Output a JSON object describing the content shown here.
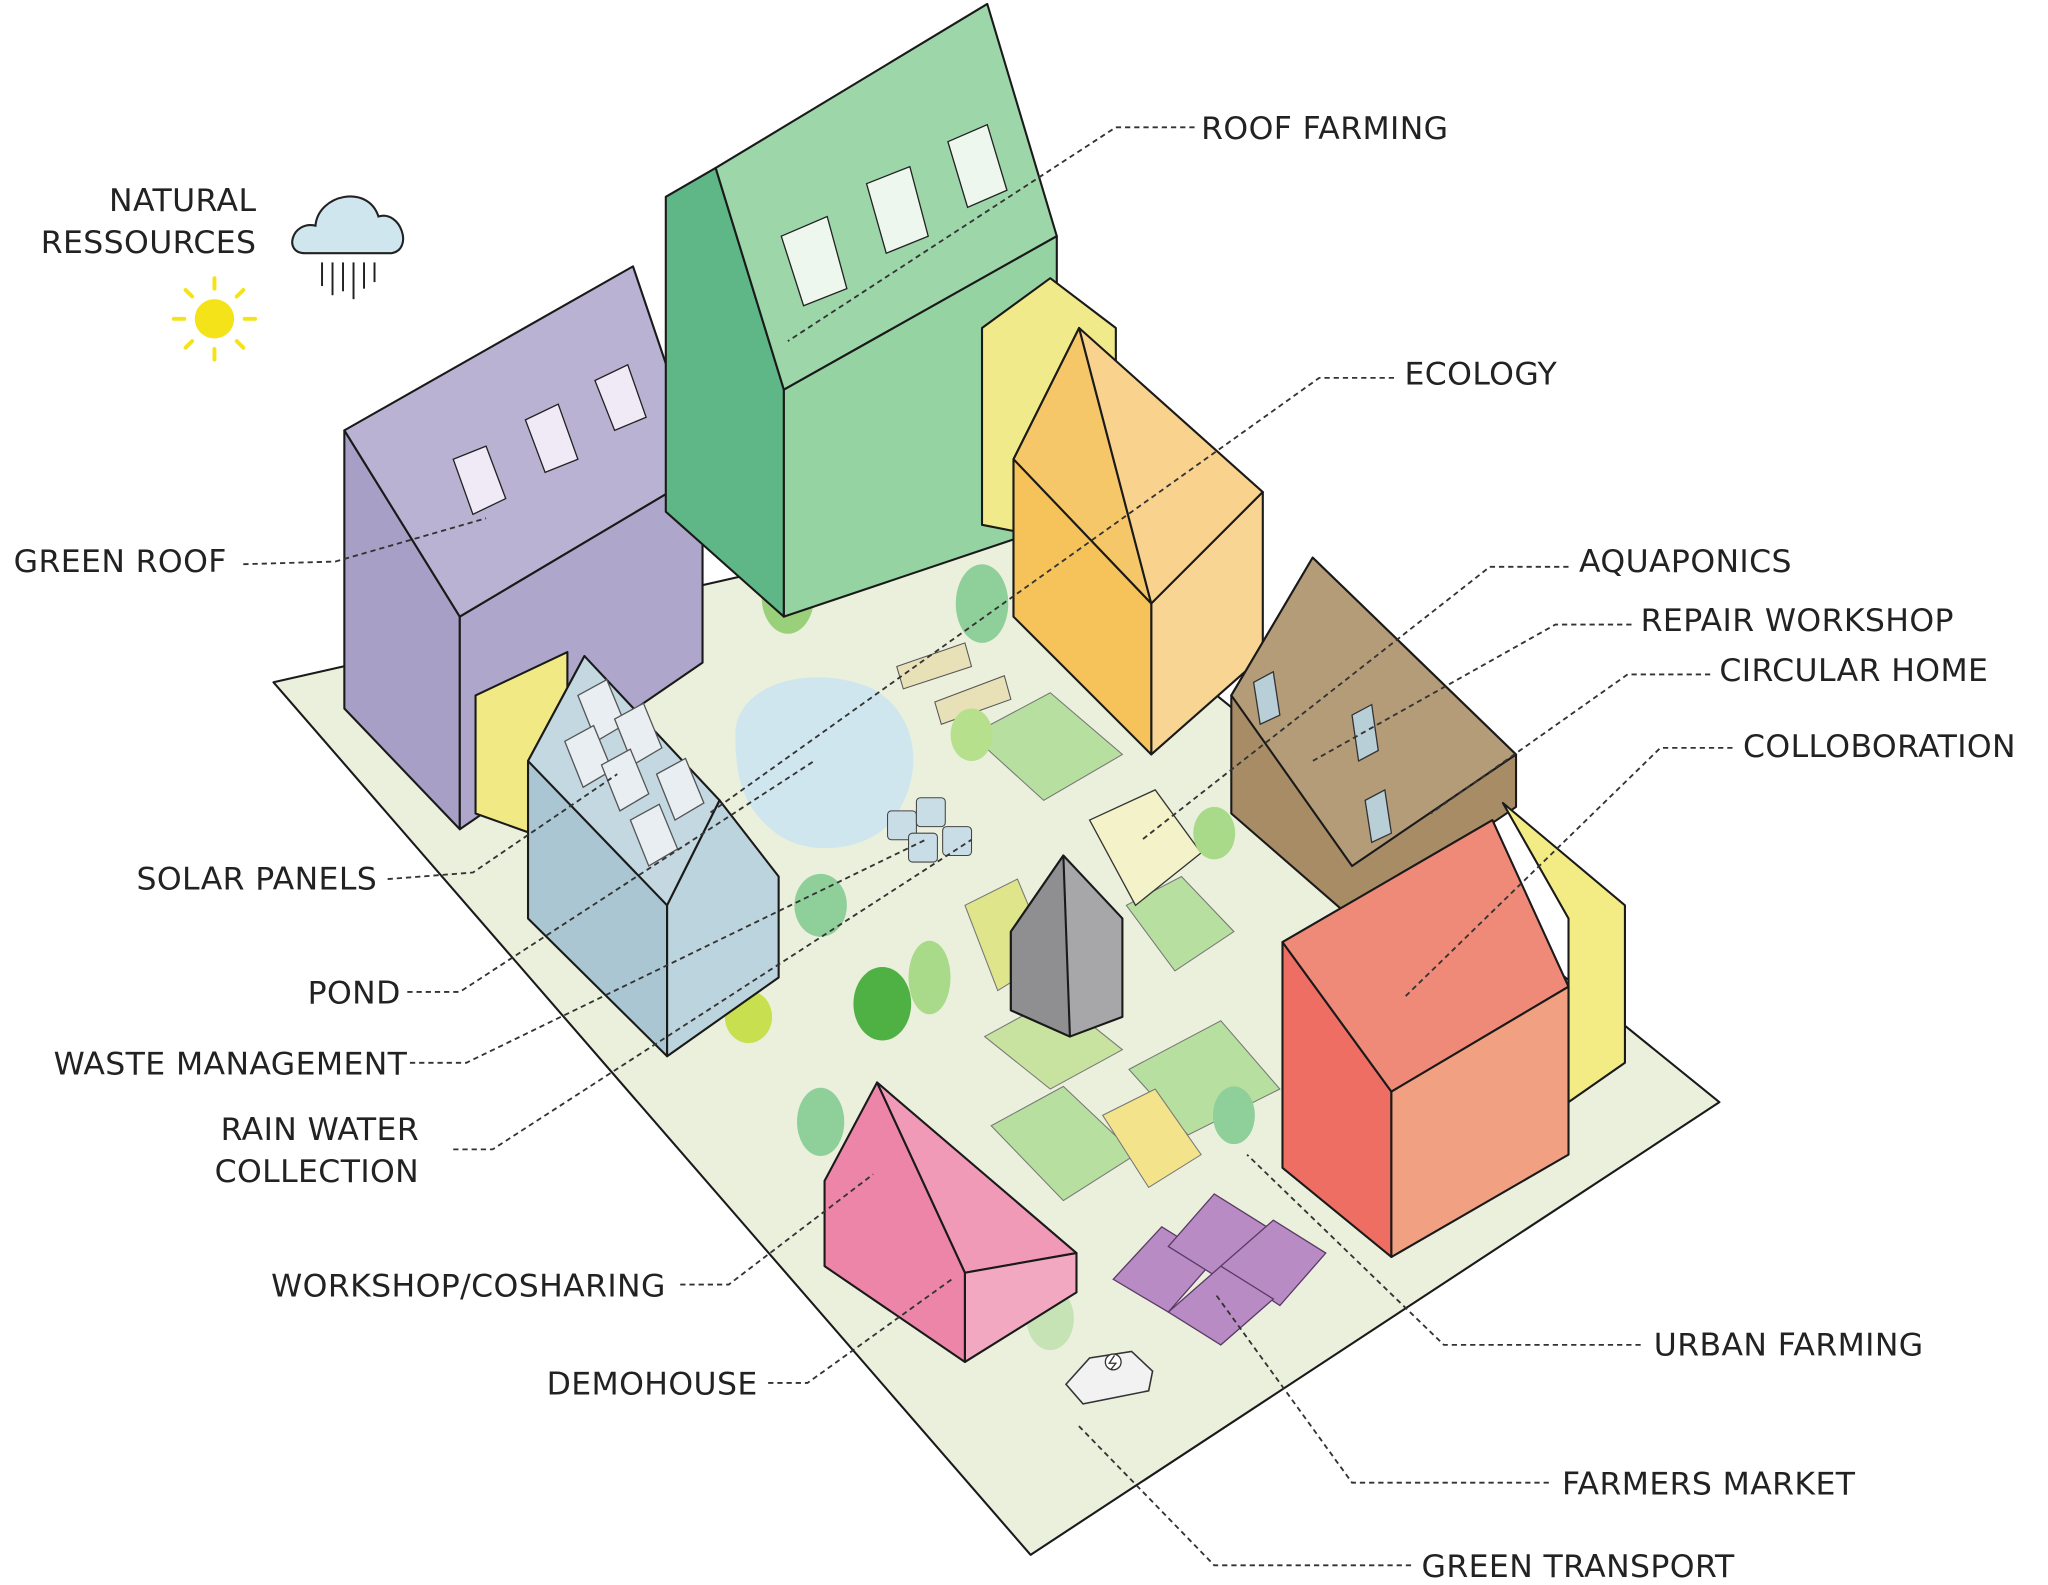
{
  "title_block": {
    "line1": "NATURAL",
    "line2": "RESSOURCES"
  },
  "labels": {
    "roof_farming": "ROOF FARMING",
    "ecology": "ECOLOGY",
    "green_roof": "GREEN ROOF",
    "aquaponics": "AQUAPONICS",
    "repair_workshop": "REPAIR WORKSHOP",
    "circular_home": "CIRCULAR HOME",
    "colloboration": "COLLOBORATION",
    "solar_panels": "SOLAR PANELS",
    "pond": "POND",
    "waste_management": "WASTE MANAGEMENT",
    "rain_water_1": "RAIN WATER",
    "rain_water_2": "COLLECTION",
    "workshop_cosharing": "WORKSHOP/COSHARING",
    "demohouse": "DEMOHOUSE",
    "urban_farming": "URBAN FARMING",
    "farmers_market": "FARMERS MARKET",
    "green_transport": "GREEN TRANSPORT"
  },
  "icons": [
    "sun-icon",
    "rain-cloud-icon",
    "electric-car-icon"
  ],
  "colors": {
    "ground": "#eaf0dc",
    "purple": "#b3abcf",
    "green": "#96d3a3",
    "orange": "#f7c35c",
    "red": "#ee6e64",
    "blue": "#b9d3dc",
    "pink": "#f08fae",
    "yellow": "#f3ec84",
    "brown": "#b59c78"
  }
}
